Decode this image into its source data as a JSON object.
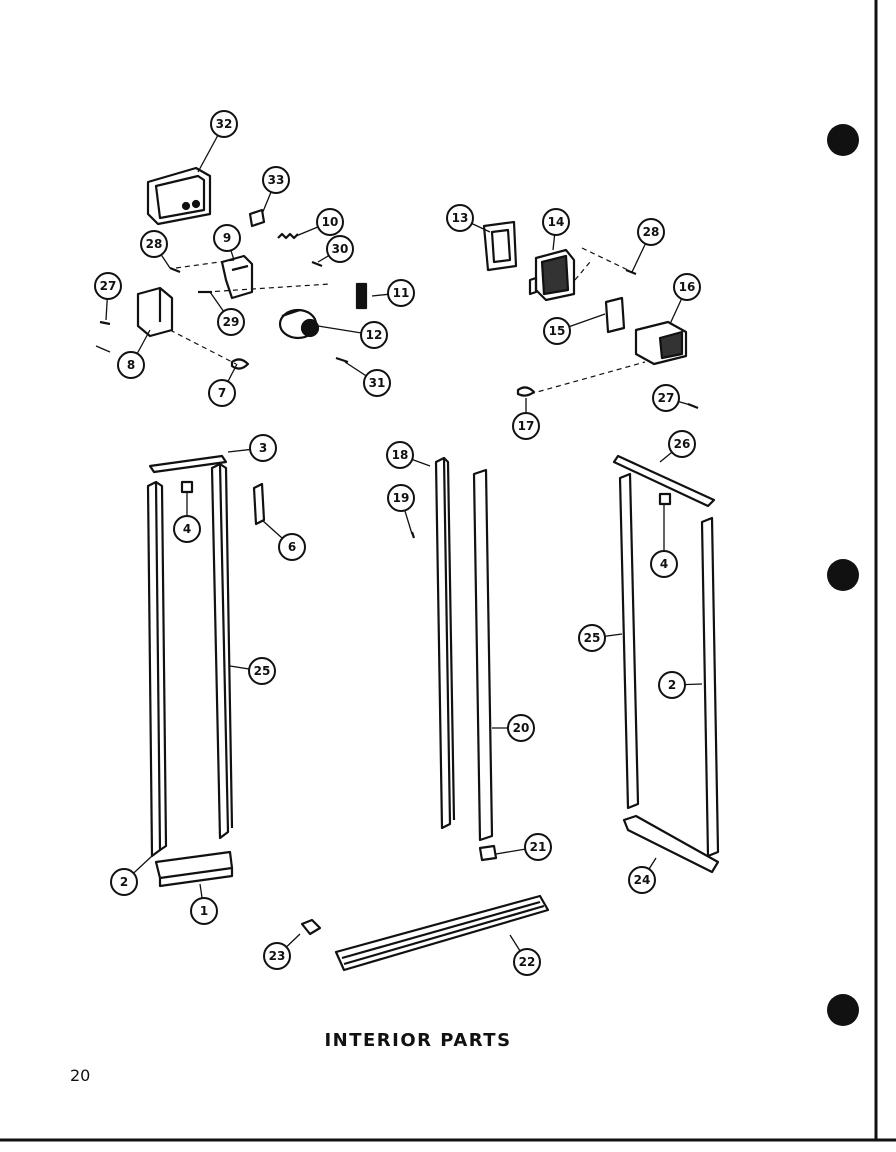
{
  "caption": "INTERIOR PARTS",
  "page_number": "20",
  "callouts": [
    "32",
    "33",
    "10",
    "30",
    "9",
    "28",
    "27",
    "29",
    "11",
    "12",
    "8",
    "7",
    "31",
    "13",
    "14",
    "28",
    "15",
    "16",
    "27",
    "17",
    "3",
    "4",
    "6",
    "25",
    "2",
    "1",
    "18",
    "19",
    "20",
    "21",
    "26",
    "4",
    "25",
    "2",
    "24",
    "23",
    "22"
  ]
}
